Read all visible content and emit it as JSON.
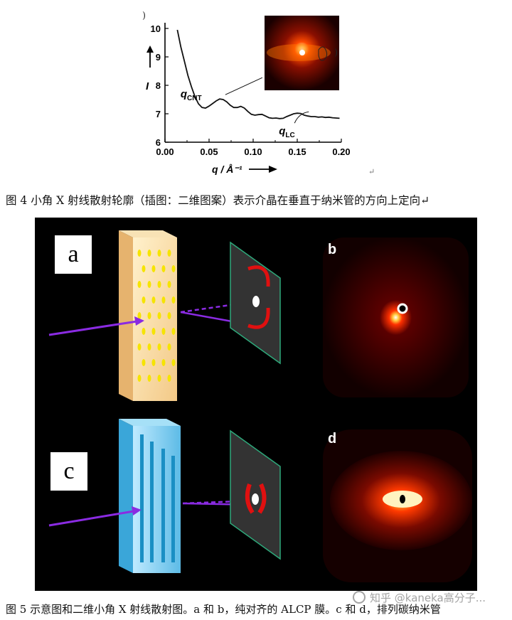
{
  "chart_data": {
    "type": "line",
    "xlabel": "q / Å⁻¹",
    "ylabel": "I",
    "xlim": [
      0.0,
      0.2
    ],
    "ylim": [
      6,
      10
    ],
    "x_ticks": [
      "0.00",
      "0.05",
      "0.10",
      "0.15",
      "0.20"
    ],
    "y_ticks": [
      "6",
      "7",
      "8",
      "9",
      "10"
    ],
    "series": [
      {
        "x": [
          0.014,
          0.018,
          0.022,
          0.026,
          0.03,
          0.034,
          0.038,
          0.042,
          0.046,
          0.05,
          0.054,
          0.058,
          0.062,
          0.066,
          0.07,
          0.074,
          0.078,
          0.082,
          0.086,
          0.09,
          0.094,
          0.098,
          0.102,
          0.106,
          0.11,
          0.114,
          0.118,
          0.122,
          0.126,
          0.13,
          0.134,
          0.138,
          0.142,
          0.146,
          0.15,
          0.154,
          0.158,
          0.162,
          0.166,
          0.17,
          0.174,
          0.178,
          0.182,
          0.186,
          0.19,
          0.194,
          0.198
        ],
        "y": [
          9.95,
          9.35,
          8.85,
          8.35,
          7.95,
          7.6,
          7.35,
          7.22,
          7.2,
          7.27,
          7.36,
          7.45,
          7.52,
          7.5,
          7.42,
          7.3,
          7.22,
          7.22,
          7.26,
          7.2,
          7.08,
          6.98,
          6.95,
          6.97,
          6.98,
          6.92,
          6.86,
          6.84,
          6.85,
          6.83,
          6.84,
          6.9,
          6.95,
          7.0,
          7.02,
          7.01,
          6.95,
          6.92,
          6.9,
          6.9,
          6.88,
          6.89,
          6.87,
          6.88,
          6.86,
          6.85,
          6.84
        ]
      }
    ],
    "annotations": [
      {
        "text_main": "q",
        "text_sub": "CNT",
        "q": 0.062,
        "I": 7.52
      },
      {
        "text_main": "q",
        "text_sub": "LC",
        "q": 0.155,
        "I": 7.02
      }
    ],
    "grid": false
  },
  "page_title": "",
  "fig4": {
    "caption": "图 4  小角 X 射线散射轮廓（插图：二维图案）表示介晶在垂直于纳米管的方向上定向↵"
  },
  "fig5": {
    "label_a": "a",
    "label_b": "b",
    "label_c": "c",
    "label_d": "d",
    "caption": "图 5  示意图和二维小角 X 射线散射图。a 和 b，纯对齐的 ALCP 膜。c 和 d，排列碳纳米管"
  },
  "chart_misc": {
    "para_mark": "↵",
    "paren_char": ")"
  },
  "watermark": {
    "text": "知乎 @kaneka高分子..."
  },
  "colors": {
    "scatter_hot": "#ffffff",
    "scatter_mid": "#ff6a00",
    "scatter_low": "#8b0000",
    "arrow": "#8a2be2",
    "film_a": "#f6d9a5",
    "film_c": "#7fd0f0"
  }
}
